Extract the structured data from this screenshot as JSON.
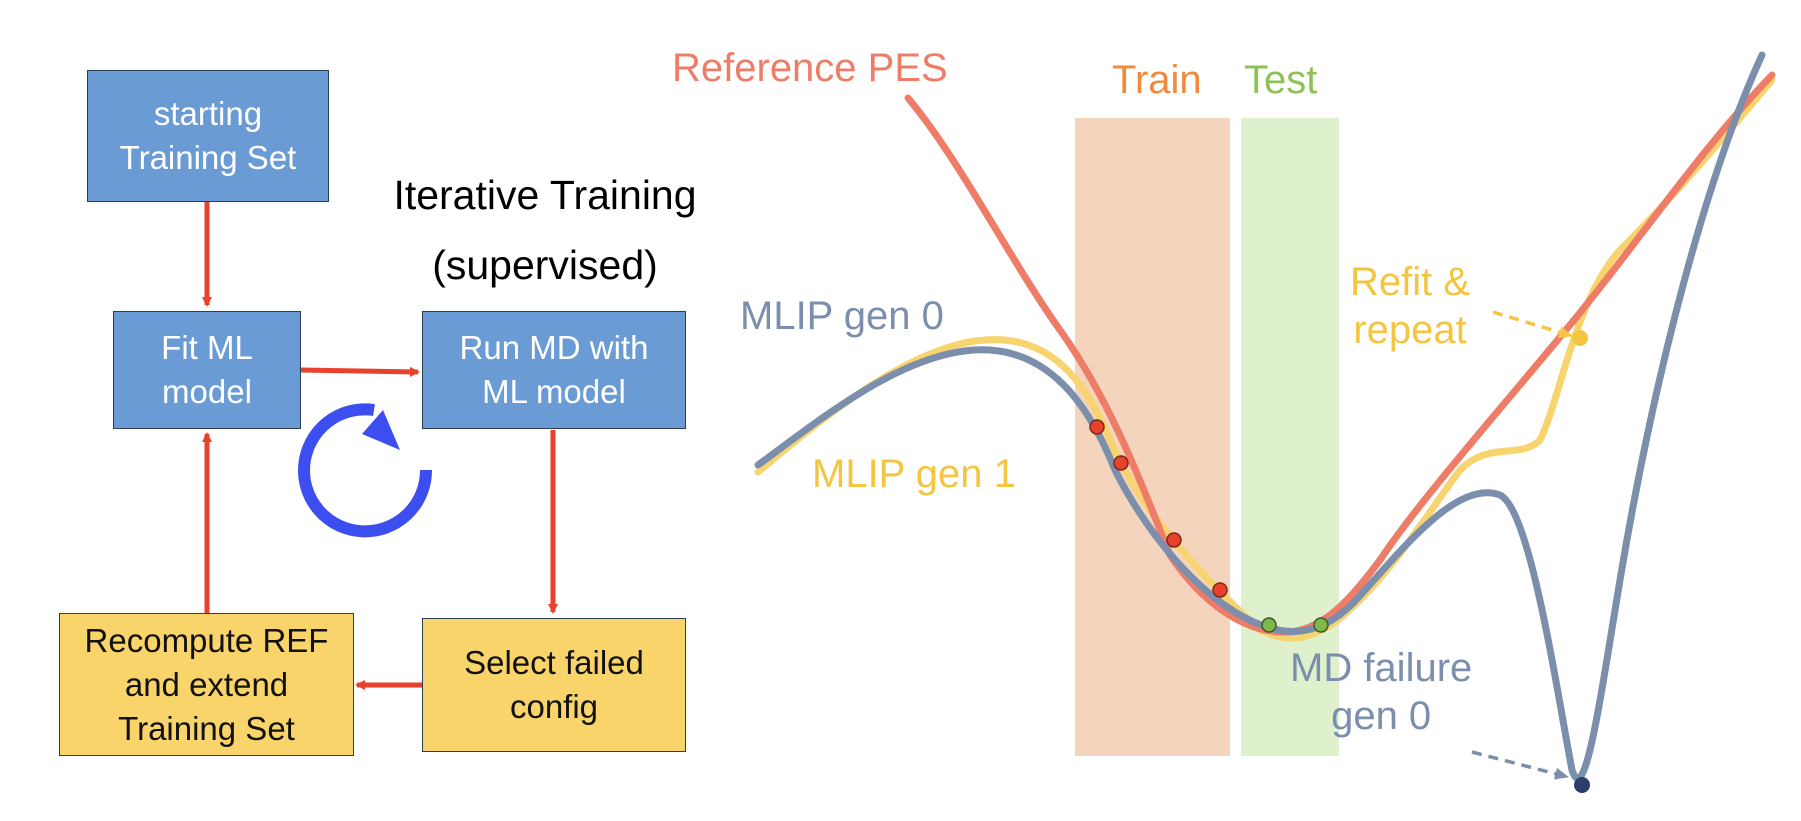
{
  "flowchart": {
    "title": "Iterative Training\n(supervised)",
    "boxes": {
      "start": "starting\nTraining Set",
      "fit": "Fit ML\nmodel",
      "run": "Run MD with\nML model",
      "select": "Select failed\nconfig",
      "recompute": "Recompute REF\nand extend\nTraining Set"
    }
  },
  "plot": {
    "regions": {
      "train": "Train",
      "test": "Test"
    },
    "curves": {
      "reference": "Reference PES",
      "gen0": "MLIP gen 0",
      "gen1": "MLIP gen 1"
    },
    "annotations": {
      "refit": "Refit &\nrepeat",
      "failure": "MD failure\ngen 0"
    }
  },
  "colors": {
    "box_blue": "#6a9bd5",
    "box_yellow": "#f9d46b",
    "arrow": "#e8412c",
    "cycle_icon": "#3d4ef0",
    "reference": "#ee7d68",
    "gen0": "#7b8fac",
    "gen1": "#f8d46f",
    "train_band": "#f4d4bc",
    "test_band": "#dff0cd",
    "train_label": "#ef8a3e",
    "test_label": "#8ec255",
    "refit_label": "#f4c540",
    "train_point": "#e8412c",
    "test_point": "#7eb74a",
    "failure_point": "#2c3e6b"
  }
}
